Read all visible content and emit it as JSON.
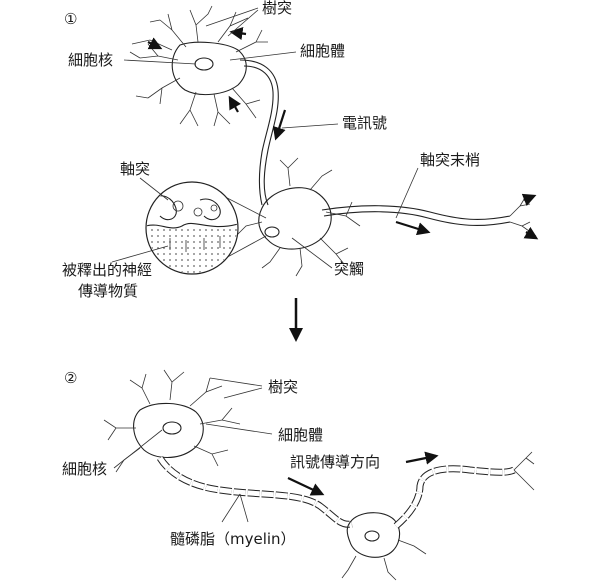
{
  "panel1": {
    "number": "①",
    "labels": {
      "dendrite": "樹突",
      "nucleus": "細胞核",
      "cell_body": "細胞體",
      "signal": "電訊號",
      "axon": "軸突",
      "axon_terminal": "軸突末梢",
      "synapse": "突觸",
      "neurotransmitter_line1": "被釋出的神經",
      "neurotransmitter_line2": "傳導物質"
    }
  },
  "panel2": {
    "number": "②",
    "labels": {
      "dendrite": "樹突",
      "cell_body": "細胞體",
      "nucleus": "細胞核",
      "signal_direction": "訊號傳導方向",
      "myelin": "髓磷脂（myelin）"
    }
  }
}
